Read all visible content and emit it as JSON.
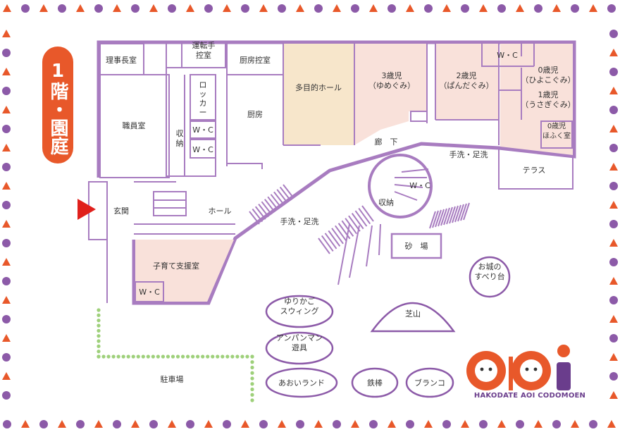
{
  "floor_title": "1階・園庭",
  "brand": {
    "logo_text": "aoi",
    "subtitle": "HAKODATE AOI CODOMOEN"
  },
  "colors": {
    "wall": "#a87cc0",
    "orange": "#e8582a",
    "purple": "#8c5aa8",
    "peach": "#f9e1da",
    "tan": "#f7e6cb",
    "grass": "#9ed07a"
  },
  "rooms": {
    "rijichou": "理事長室",
    "unten": "運転手\n控室",
    "chubo_hikae": "厨房控室",
    "tamokuteki": "多目的ホール",
    "three_yr": "3歳児\n（ゆめぐみ）",
    "two_yr": "2歳児\n（ぱんだぐみ）",
    "wc_top": "W・C",
    "zero_yr_a": "0歳児\n（ひよこぐみ）",
    "one_yr": "1歳児\n（うさぎぐみ）",
    "zero_yr_b": "0歳児\nほふく室",
    "locker": "ロッカー",
    "shokuin": "職員室",
    "shuno_a": "収\n納",
    "wc_a": "W・C",
    "wc_b": "W・C",
    "chubo": "厨房",
    "rouka": "廊　下",
    "tearai_a": "手洗・足洗",
    "terrace": "テラス",
    "genkan": "玄関",
    "hall": "ホール",
    "tearai_b": "手洗・足洗",
    "shuno_b": "収納",
    "wc_c": "W・C",
    "sunaba": "砂　場",
    "kosodate": "子育て支援室",
    "wc_d": "W・C",
    "oshiro": "お城の\nすべり台",
    "yurikago": "ゆりかご\nスウィング",
    "shibayama": "芝山",
    "anpanman": "アンパンマン\n遊具",
    "aoi_land": "あおいランド",
    "tetsubou": "鉄棒",
    "buranko": "ブランコ",
    "parking": "駐車場"
  }
}
